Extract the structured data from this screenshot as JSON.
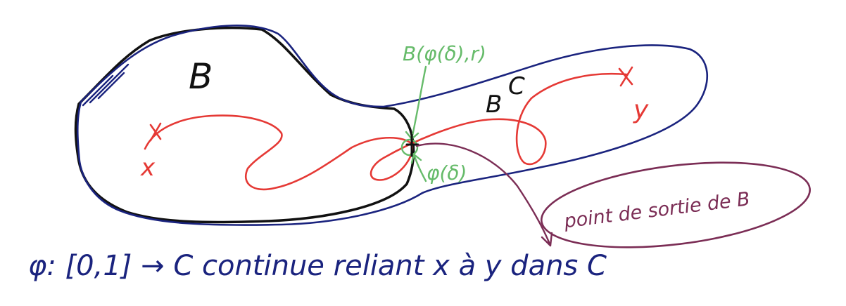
{
  "labels": {
    "set_b": "B",
    "complement": "B",
    "complement_exponent": "C",
    "point_x": "x",
    "point_y": "y",
    "ball": "B(φ(δ),r)",
    "phi_delta": "φ(δ)",
    "exit_point": "point de sortie de B",
    "caption": "φ: [0,1] → C continue reliant x à y dans C"
  },
  "colors": {
    "ink_black": "#111111",
    "ink_blue": "#1a237e",
    "ink_red": "#e53935",
    "ink_green": "#66bb6a",
    "ink_purple": "#7b2d55",
    "background": "#ffffff"
  }
}
